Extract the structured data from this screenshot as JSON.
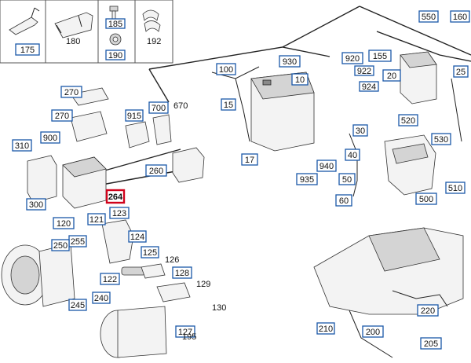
{
  "diagram": {
    "callouts": [
      {
        "id": "175",
        "label": "175",
        "highlighted": false,
        "boxed": true
      },
      {
        "id": "180",
        "label": "180",
        "highlighted": false,
        "boxed": false
      },
      {
        "id": "185",
        "label": "185",
        "highlighted": false,
        "boxed": true
      },
      {
        "id": "190",
        "label": "190",
        "highlighted": false,
        "boxed": true
      },
      {
        "id": "192",
        "label": "192",
        "highlighted": false,
        "boxed": false
      },
      {
        "id": "550",
        "label": "550",
        "highlighted": false,
        "boxed": true
      },
      {
        "id": "160",
        "label": "160",
        "highlighted": false,
        "boxed": true
      },
      {
        "id": "930",
        "label": "930",
        "highlighted": false,
        "boxed": true
      },
      {
        "id": "920",
        "label": "920",
        "highlighted": false,
        "boxed": true
      },
      {
        "id": "155",
        "label": "155",
        "highlighted": false,
        "boxed": true
      },
      {
        "id": "25",
        "label": "25",
        "highlighted": false,
        "boxed": true
      },
      {
        "id": "100",
        "label": "100",
        "highlighted": false,
        "boxed": true
      },
      {
        "id": "10",
        "label": "10",
        "highlighted": false,
        "boxed": true
      },
      {
        "id": "922",
        "label": "922",
        "highlighted": false,
        "boxed": true
      },
      {
        "id": "20",
        "label": "20",
        "highlighted": false,
        "boxed": true
      },
      {
        "id": "924",
        "label": "924",
        "highlighted": false,
        "boxed": true
      },
      {
        "id": "270a",
        "label": "270",
        "highlighted": false,
        "boxed": true
      },
      {
        "id": "15",
        "label": "15",
        "highlighted": false,
        "boxed": true
      },
      {
        "id": "700",
        "label": "700",
        "highlighted": false,
        "boxed": true
      },
      {
        "id": "670",
        "label": "670",
        "highlighted": false,
        "boxed": false
      },
      {
        "id": "915",
        "label": "915",
        "highlighted": false,
        "boxed": true
      },
      {
        "id": "270b",
        "label": "270",
        "highlighted": false,
        "boxed": true
      },
      {
        "id": "520",
        "label": "520",
        "highlighted": false,
        "boxed": true
      },
      {
        "id": "30",
        "label": "30",
        "highlighted": false,
        "boxed": true
      },
      {
        "id": "530",
        "label": "530",
        "highlighted": false,
        "boxed": true
      },
      {
        "id": "310",
        "label": "310",
        "highlighted": false,
        "boxed": true
      },
      {
        "id": "900",
        "label": "900",
        "highlighted": false,
        "boxed": true
      },
      {
        "id": "40",
        "label": "40",
        "highlighted": false,
        "boxed": true
      },
      {
        "id": "17",
        "label": "17",
        "highlighted": false,
        "boxed": true
      },
      {
        "id": "940",
        "label": "940",
        "highlighted": false,
        "boxed": true
      },
      {
        "id": "260",
        "label": "260",
        "highlighted": false,
        "boxed": true
      },
      {
        "id": "935",
        "label": "935",
        "highlighted": false,
        "boxed": true
      },
      {
        "id": "50",
        "label": "50",
        "highlighted": false,
        "boxed": true
      },
      {
        "id": "510",
        "label": "510",
        "highlighted": false,
        "boxed": true
      },
      {
        "id": "264",
        "label": "264",
        "highlighted": true,
        "boxed": true
      },
      {
        "id": "60",
        "label": "60",
        "highlighted": false,
        "boxed": true
      },
      {
        "id": "500",
        "label": "500",
        "highlighted": false,
        "boxed": true
      },
      {
        "id": "300",
        "label": "300",
        "highlighted": false,
        "boxed": true
      },
      {
        "id": "123",
        "label": "123",
        "highlighted": false,
        "boxed": true
      },
      {
        "id": "121",
        "label": "121",
        "highlighted": false,
        "boxed": true
      },
      {
        "id": "120",
        "label": "120",
        "highlighted": false,
        "boxed": true
      },
      {
        "id": "255",
        "label": "255",
        "highlighted": false,
        "boxed": true
      },
      {
        "id": "124",
        "label": "124",
        "highlighted": false,
        "boxed": true
      },
      {
        "id": "250",
        "label": "250",
        "highlighted": false,
        "boxed": true
      },
      {
        "id": "125",
        "label": "125",
        "highlighted": false,
        "boxed": true
      },
      {
        "id": "126",
        "label": "126",
        "highlighted": false,
        "boxed": false
      },
      {
        "id": "122",
        "label": "122",
        "highlighted": false,
        "boxed": true
      },
      {
        "id": "128",
        "label": "128",
        "highlighted": false,
        "boxed": true
      },
      {
        "id": "129",
        "label": "129",
        "highlighted": false,
        "boxed": false
      },
      {
        "id": "240",
        "label": "240",
        "highlighted": false,
        "boxed": true
      },
      {
        "id": "245",
        "label": "245",
        "highlighted": false,
        "boxed": true
      },
      {
        "id": "130",
        "label": "130",
        "highlighted": false,
        "boxed": false
      },
      {
        "id": "127",
        "label": "127",
        "highlighted": false,
        "boxed": true
      },
      {
        "id": "195",
        "label": "195",
        "highlighted": false,
        "boxed": false
      },
      {
        "id": "210",
        "label": "210",
        "highlighted": false,
        "boxed": true
      },
      {
        "id": "200",
        "label": "200",
        "highlighted": false,
        "boxed": true
      },
      {
        "id": "220",
        "label": "220",
        "highlighted": false,
        "boxed": true
      },
      {
        "id": "205",
        "label": "205",
        "highlighted": false,
        "boxed": true
      }
    ],
    "colors": {
      "callout_border": "#1a57a8",
      "highlight_border": "#d0021b",
      "line": "#222222",
      "background": "#ffffff"
    }
  }
}
